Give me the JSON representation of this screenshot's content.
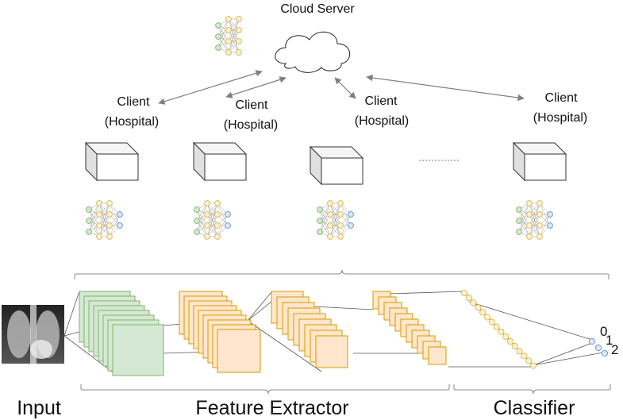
{
  "cloud": {
    "label": "Cloud Server"
  },
  "clients": [
    {
      "line1": "Client",
      "line2": "(Hospital)"
    },
    {
      "line1": "Client",
      "line2": "(Hospital)"
    },
    {
      "line1": "Client",
      "line2": "(Hospital)"
    },
    {
      "line1": "Client",
      "line2": "(Hospital)"
    }
  ],
  "sections": {
    "input": "Input",
    "feature_extractor": "Feature Extractor",
    "classifier": "Classifier"
  },
  "outputs": [
    "0",
    "1",
    "2"
  ],
  "colors": {
    "green_fill": "#d5e8d4",
    "green_stroke": "#82b366",
    "orange_fill": "#ffe6cc",
    "orange_stroke": "#d79b00",
    "node_yellow": "#fff2cc",
    "node_yellow_stroke": "#d6b656",
    "node_blue": "#dae8fc",
    "node_blue_stroke": "#6c8ebf",
    "arrow": "#808080",
    "cube_side": "#e0e0e0",
    "cube_top": "#f5f5f5"
  }
}
